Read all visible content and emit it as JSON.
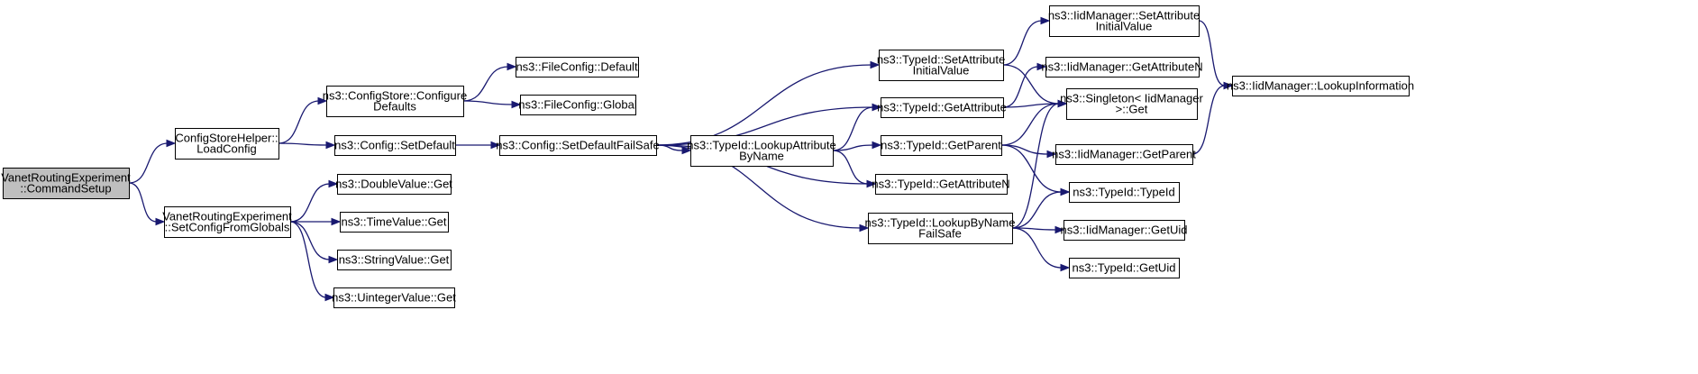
{
  "graph": {
    "colors": {
      "edge": "#191970",
      "node_fill": "#ffffff",
      "root_fill": "#bfbfbf",
      "node_border": "#000000"
    },
    "nodes": [
      {
        "id": "n0",
        "lines": [
          "VanetRoutingExperiment",
          "::CommandSetup"
        ],
        "root": true
      },
      {
        "id": "n1",
        "lines": [
          "ConfigStoreHelper::",
          "LoadConfig"
        ]
      },
      {
        "id": "n2",
        "lines": [
          "VanetRoutingExperiment",
          "::SetConfigFromGlobals"
        ]
      },
      {
        "id": "n3",
        "lines": [
          "ns3::ConfigStore::Configure",
          "Defaults"
        ]
      },
      {
        "id": "n4",
        "lines": [
          "ns3::Config::SetDefault"
        ]
      },
      {
        "id": "n5",
        "lines": [
          "ns3::DoubleValue::Get"
        ]
      },
      {
        "id": "n6",
        "lines": [
          "ns3::TimeValue::Get"
        ]
      },
      {
        "id": "n7",
        "lines": [
          "ns3::StringValue::Get"
        ]
      },
      {
        "id": "n8",
        "lines": [
          "ns3::UintegerValue::Get"
        ]
      },
      {
        "id": "n9",
        "lines": [
          "ns3::FileConfig::Default"
        ]
      },
      {
        "id": "n10",
        "lines": [
          "ns3::FileConfig::Global"
        ]
      },
      {
        "id": "n11",
        "lines": [
          "ns3::Config::SetDefaultFailSafe"
        ]
      },
      {
        "id": "n12",
        "lines": [
          "ns3::TypeId::LookupAttribute",
          "ByName"
        ]
      },
      {
        "id": "n13",
        "lines": [
          "ns3::TypeId::SetAttribute",
          "InitialValue"
        ]
      },
      {
        "id": "n14",
        "lines": [
          "ns3::TypeId::GetAttribute"
        ]
      },
      {
        "id": "n15",
        "lines": [
          "ns3::TypeId::GetParent"
        ]
      },
      {
        "id": "n16",
        "lines": [
          "ns3::TypeId::GetAttributeN"
        ]
      },
      {
        "id": "n17",
        "lines": [
          "ns3::TypeId::LookupByName",
          "FailSafe"
        ]
      },
      {
        "id": "n18",
        "lines": [
          "ns3::IidManager::SetAttribute",
          "InitialValue"
        ]
      },
      {
        "id": "n19",
        "lines": [
          "ns3::IidManager::GetAttributeN"
        ]
      },
      {
        "id": "n20",
        "lines": [
          "ns3::Singleton< IidManager",
          ">::Get"
        ]
      },
      {
        "id": "n21",
        "lines": [
          "ns3::IidManager::GetParent"
        ]
      },
      {
        "id": "n22",
        "lines": [
          "ns3::TypeId::TypeId"
        ]
      },
      {
        "id": "n23",
        "lines": [
          "ns3::IidManager::GetUid"
        ]
      },
      {
        "id": "n24",
        "lines": [
          "ns3::TypeId::GetUid"
        ]
      },
      {
        "id": "n25",
        "lines": [
          "ns3::IidManager::LookupInformation"
        ]
      }
    ],
    "edges": [
      [
        "n0",
        "n1"
      ],
      [
        "n0",
        "n2"
      ],
      [
        "n1",
        "n3"
      ],
      [
        "n1",
        "n4"
      ],
      [
        "n2",
        "n5"
      ],
      [
        "n2",
        "n6"
      ],
      [
        "n2",
        "n7"
      ],
      [
        "n2",
        "n8"
      ],
      [
        "n3",
        "n9"
      ],
      [
        "n3",
        "n10"
      ],
      [
        "n4",
        "n11"
      ],
      [
        "n11",
        "n13"
      ],
      [
        "n11",
        "n14"
      ],
      [
        "n11",
        "n12"
      ],
      [
        "n11",
        "n16"
      ],
      [
        "n11",
        "n17"
      ],
      [
        "n12",
        "n14"
      ],
      [
        "n12",
        "n15"
      ],
      [
        "n12",
        "n16"
      ],
      [
        "n13",
        "n18"
      ],
      [
        "n13",
        "n20"
      ],
      [
        "n14",
        "n19"
      ],
      [
        "n14",
        "n20"
      ],
      [
        "n15",
        "n20"
      ],
      [
        "n15",
        "n21"
      ],
      [
        "n15",
        "n22"
      ],
      [
        "n17",
        "n20"
      ],
      [
        "n17",
        "n22"
      ],
      [
        "n17",
        "n23"
      ],
      [
        "n17",
        "n24"
      ],
      [
        "n18",
        "n25"
      ],
      [
        "n21",
        "n25"
      ]
    ]
  }
}
